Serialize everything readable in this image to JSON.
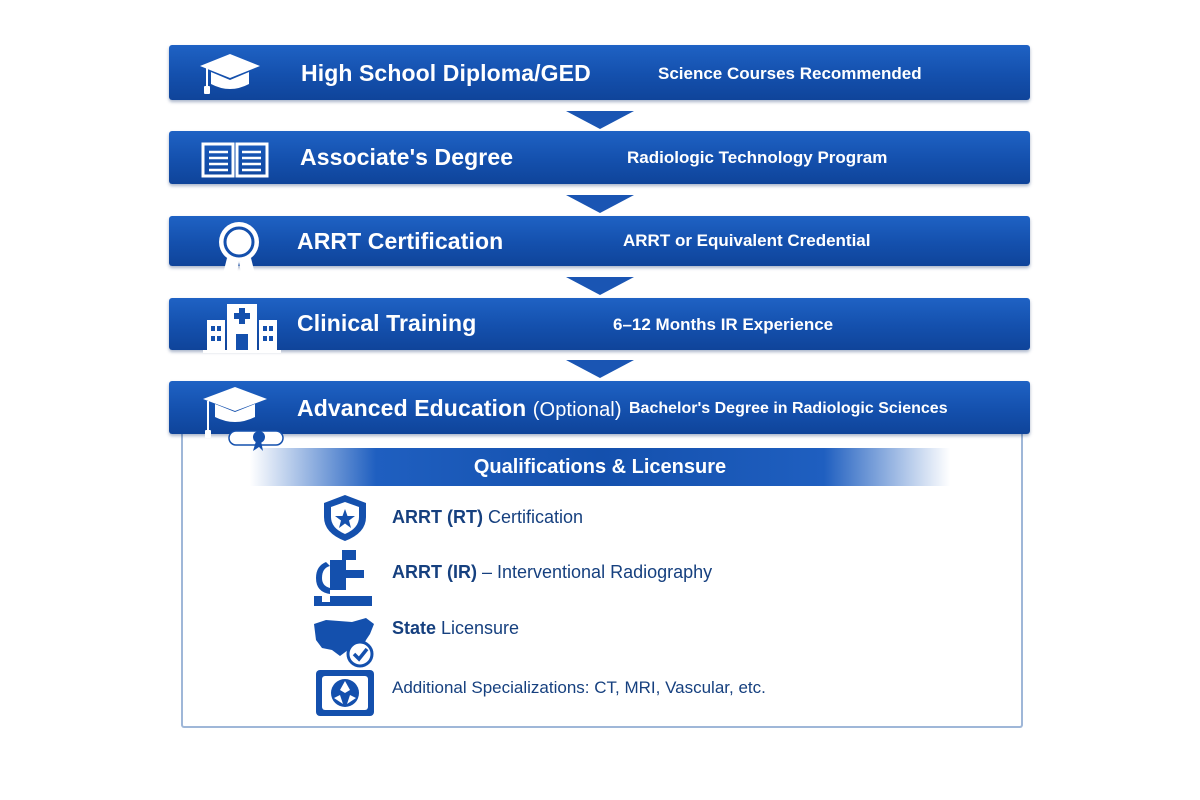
{
  "steps": [
    {
      "title": "High School Diploma/GED",
      "subtitle": "Science Courses Recommended",
      "icon": "graduation-cap-icon"
    },
    {
      "title": "Associate's Degree",
      "subtitle": "Radiologic Technology Program",
      "icon": "open-book-icon"
    },
    {
      "title": "ARRT Certification",
      "subtitle": "ARRT or Equivalent Credential",
      "icon": "award-ribbon-icon"
    },
    {
      "title": "Clinical Training",
      "subtitle": "6–12 Months IR Experience",
      "icon": "hospital-icon"
    },
    {
      "title": "Advanced Education",
      "title_suffix": "(Optional)",
      "subtitle": "Bachelor's Degree in Radiologic Sciences",
      "icon": "cap-and-diploma-icon"
    }
  ],
  "qualifications": {
    "heading": "Qualifications & Licensure",
    "items": [
      {
        "bold": "ARRT (RT)",
        "rest": " Certification",
        "icon": "shield-star-icon"
      },
      {
        "bold": "ARRT (IR)",
        "rest": " – Interventional Radiography",
        "icon": "imaging-machine-icon"
      },
      {
        "bold": "State",
        "rest": " Licensure",
        "icon": "usa-map-check-icon"
      },
      {
        "bold": "",
        "rest": "Additional Specializations: CT, MRI, Vascular, etc.",
        "icon": "scan-monitor-icon"
      }
    ]
  },
  "colors": {
    "primary": "#1450ad",
    "accent_text": "#16407f",
    "border": "#9fb7d8"
  }
}
